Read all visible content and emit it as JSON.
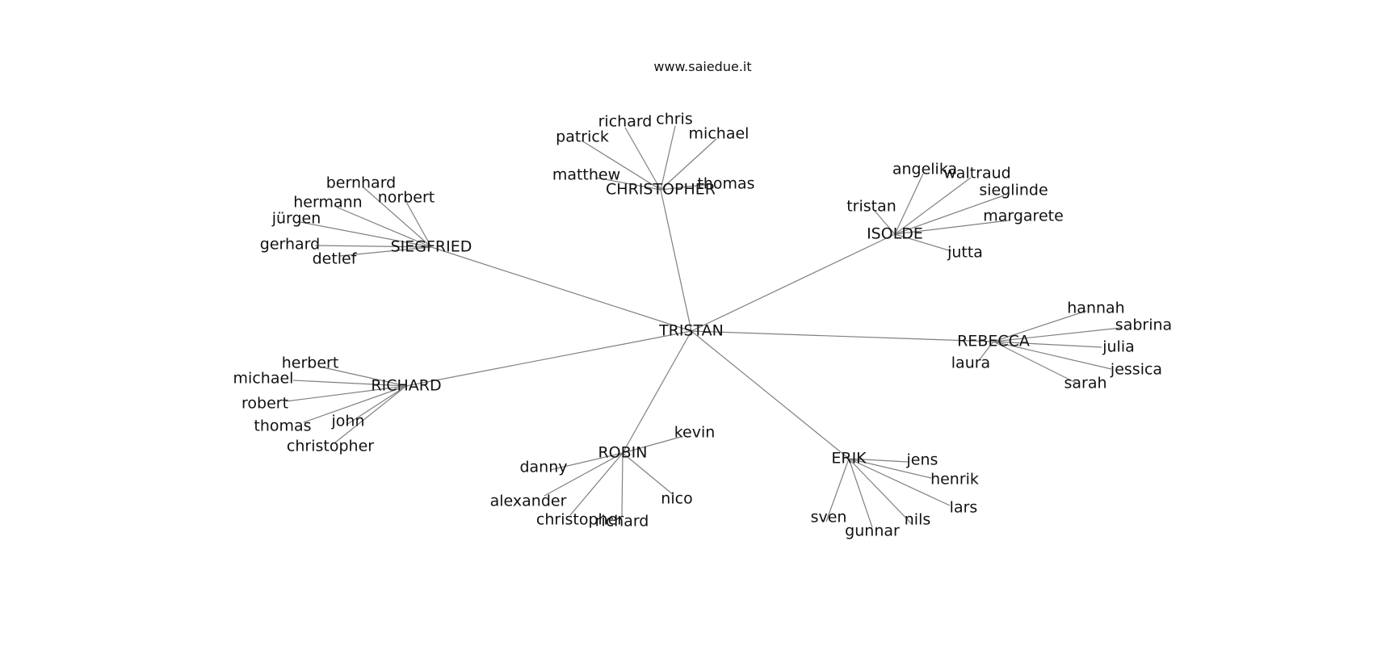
{
  "title": "www.saiedue.it",
  "graph": {
    "root": "TRISTAN",
    "clusters": [
      {
        "hub": "CHRISTOPHER",
        "leaves": [
          "richard",
          "chris",
          "patrick",
          "michael",
          "matthew",
          "thomas"
        ]
      },
      {
        "hub": "SIEGFRIED",
        "leaves": [
          "bernhard",
          "norbert",
          "hermann",
          "jürgen",
          "gerhard",
          "detlef"
        ]
      },
      {
        "hub": "ISOLDE",
        "leaves": [
          "angelika",
          "waltraud",
          "sieglinde",
          "tristan",
          "margarete",
          "jutta"
        ]
      },
      {
        "hub": "REBECCA",
        "leaves": [
          "hannah",
          "sabrina",
          "julia",
          "laura",
          "jessica",
          "sarah"
        ]
      },
      {
        "hub": "RICHARD",
        "leaves": [
          "herbert",
          "michael",
          "robert",
          "john",
          "thomas",
          "christopher"
        ]
      },
      {
        "hub": "ROBIN",
        "leaves": [
          "kevin",
          "danny",
          "alexander",
          "nico",
          "christopher",
          "richard"
        ]
      },
      {
        "hub": "ERIK",
        "leaves": [
          "jens",
          "henrik",
          "lars",
          "sven",
          "nils",
          "gunnar"
        ]
      }
    ]
  }
}
